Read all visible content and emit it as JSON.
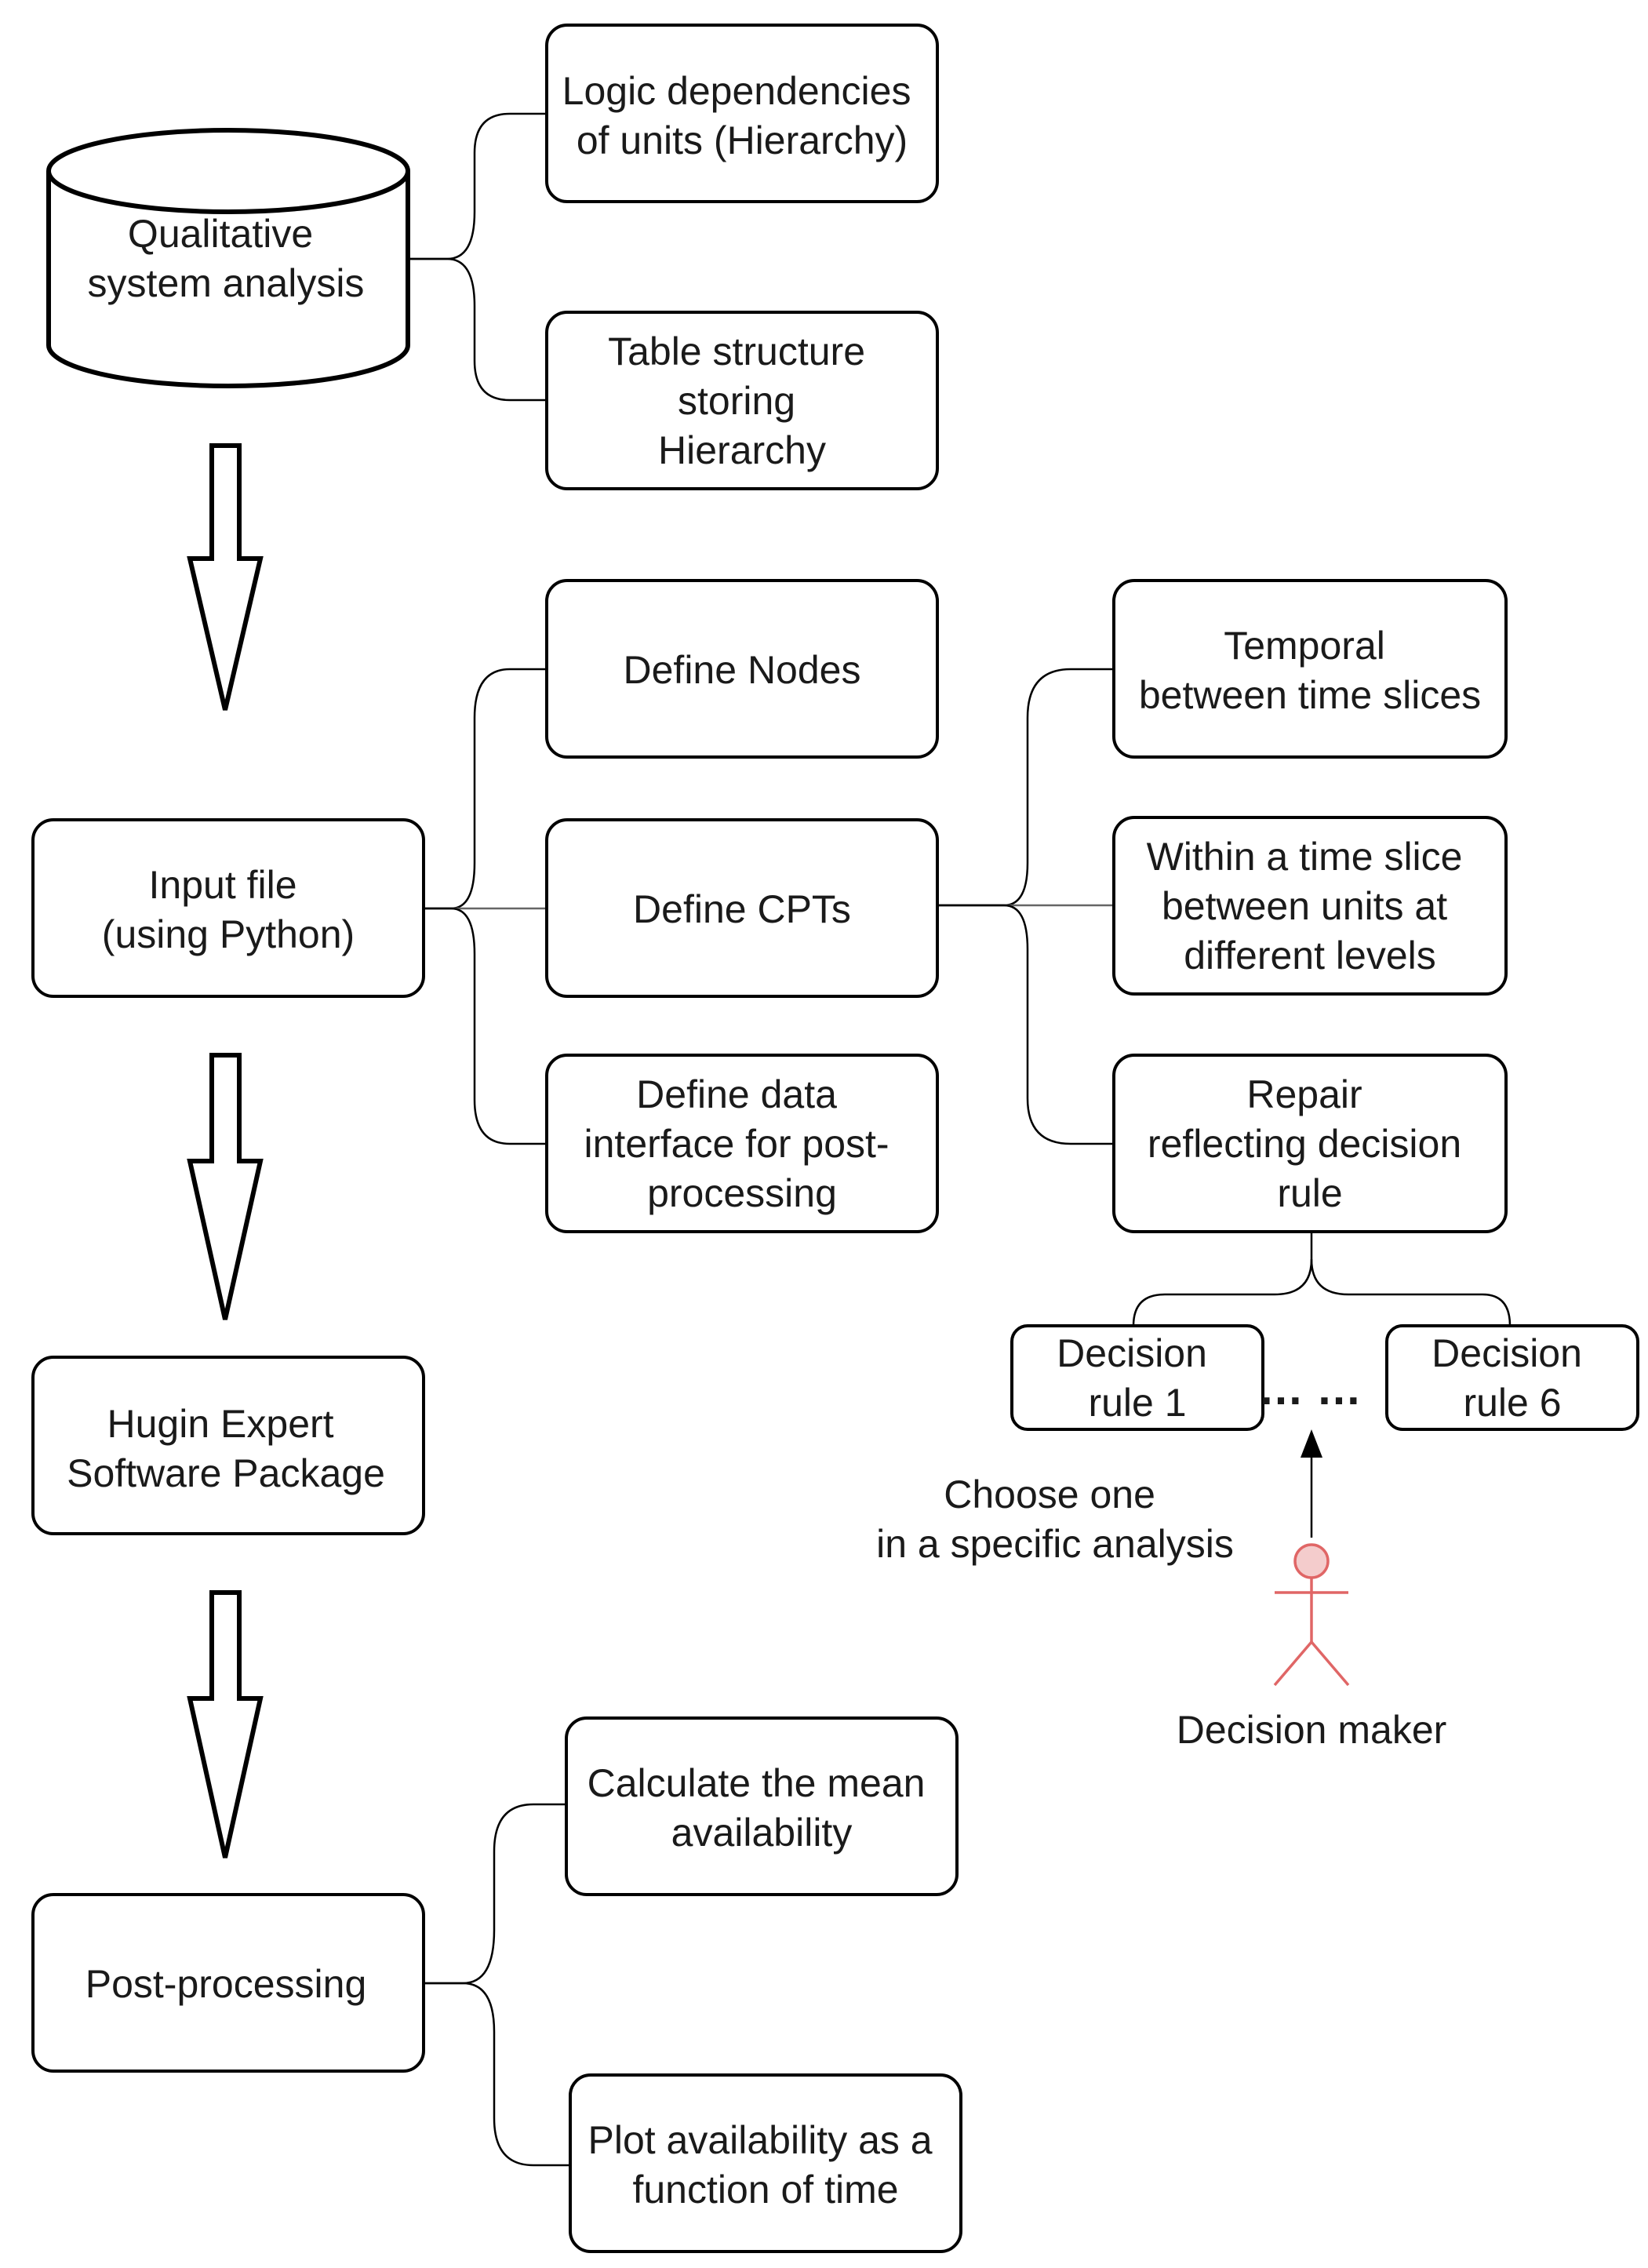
{
  "nodes": {
    "qualitative": [
      "Qualitative",
      "system analysis"
    ],
    "logic_dependencies": [
      "Logic dependencies",
      "of units (Hierarchy)"
    ],
    "table_structure": [
      "Table structure",
      "storing",
      "Hierarchy"
    ],
    "input_file": [
      "Input file",
      "(using Python)"
    ],
    "define_nodes": [
      "Define Nodes"
    ],
    "define_cpts": [
      "Define CPTs"
    ],
    "define_data_interface": [
      "Define data",
      "interface for post-",
      "processing"
    ],
    "temporal": [
      "Temporal",
      "between time slices"
    ],
    "within_time_slice": [
      "Within a time slice",
      "between units at",
      "different levels"
    ],
    "repair": [
      "Repair",
      "reflecting decision",
      "rule"
    ],
    "decision_rule_1": [
      "Decision",
      "rule 1"
    ],
    "decision_rule_6": [
      "Decision",
      "rule 6"
    ],
    "ellipsis": "… …",
    "choose_one": [
      "Choose one",
      "in a specific analysis"
    ],
    "decision_maker": "Decision maker",
    "hugin": [
      "Hugin Expert",
      "Software Package"
    ],
    "post_processing": [
      "Post-processing"
    ],
    "calculate_mean": [
      "Calculate the mean",
      "availability"
    ],
    "plot_availability": [
      "Plot availability as a",
      "function of time"
    ]
  },
  "colors": {
    "stroke": "#000000",
    "actor": "#e06666",
    "actor_fill": "#f4cccc"
  }
}
